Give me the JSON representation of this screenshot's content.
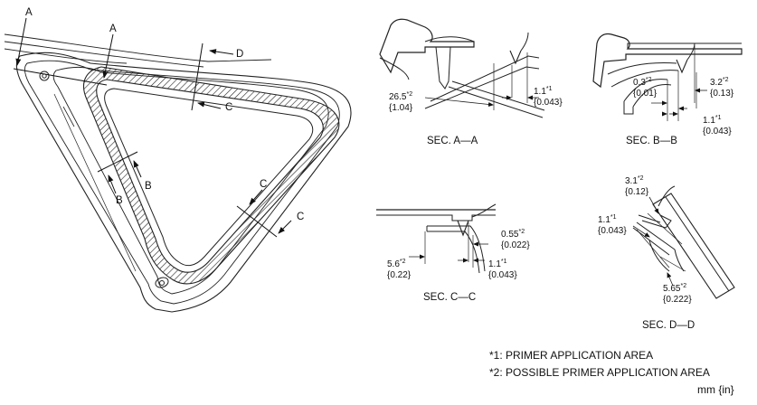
{
  "callouts": {
    "a_top": "A",
    "a_inner": "A",
    "b_lower": "B",
    "b_right": "B",
    "c_right": "C",
    "c_lower_right": "C",
    "c_lower": "C",
    "d_top": "D"
  },
  "sections": {
    "a": {
      "title": "SEC. A—A",
      "dims": [
        {
          "value": "26.5",
          "note": "*2",
          "inch": "{1.04}"
        },
        {
          "value": "1.1",
          "note": "*1",
          "inch": "{0.043}"
        }
      ]
    },
    "b": {
      "title": "SEC. B—B",
      "dims": [
        {
          "value": "0.3",
          "note": "*2",
          "inch": "{0.01}"
        },
        {
          "value": "3.2",
          "note": "*2",
          "inch": "{0.13}"
        },
        {
          "value": "1.1",
          "note": "*1",
          "inch": "{0.043}"
        }
      ]
    },
    "c": {
      "title": "SEC. C—C",
      "dims": [
        {
          "value": "0.55",
          "note": "*2",
          "inch": "{0.022}"
        },
        {
          "value": "5.6",
          "note": "*2",
          "inch": "{0.22}"
        },
        {
          "value": "1.1",
          "note": "*1",
          "inch": "{0.043}"
        }
      ]
    },
    "d": {
      "title": "SEC. D—D",
      "dims": [
        {
          "value": "3.1",
          "note": "*2",
          "inch": "{0.12}"
        },
        {
          "value": "1.1",
          "note": "*1",
          "inch": "{0.043}"
        },
        {
          "value": "5.65",
          "note": "*2",
          "inch": "{0.222}"
        }
      ]
    }
  },
  "legend": {
    "note1": "*1: PRIMER APPLICATION AREA",
    "note2": "*2: POSSIBLE PRIMER APPLICATION AREA",
    "units": "mm {in}"
  }
}
